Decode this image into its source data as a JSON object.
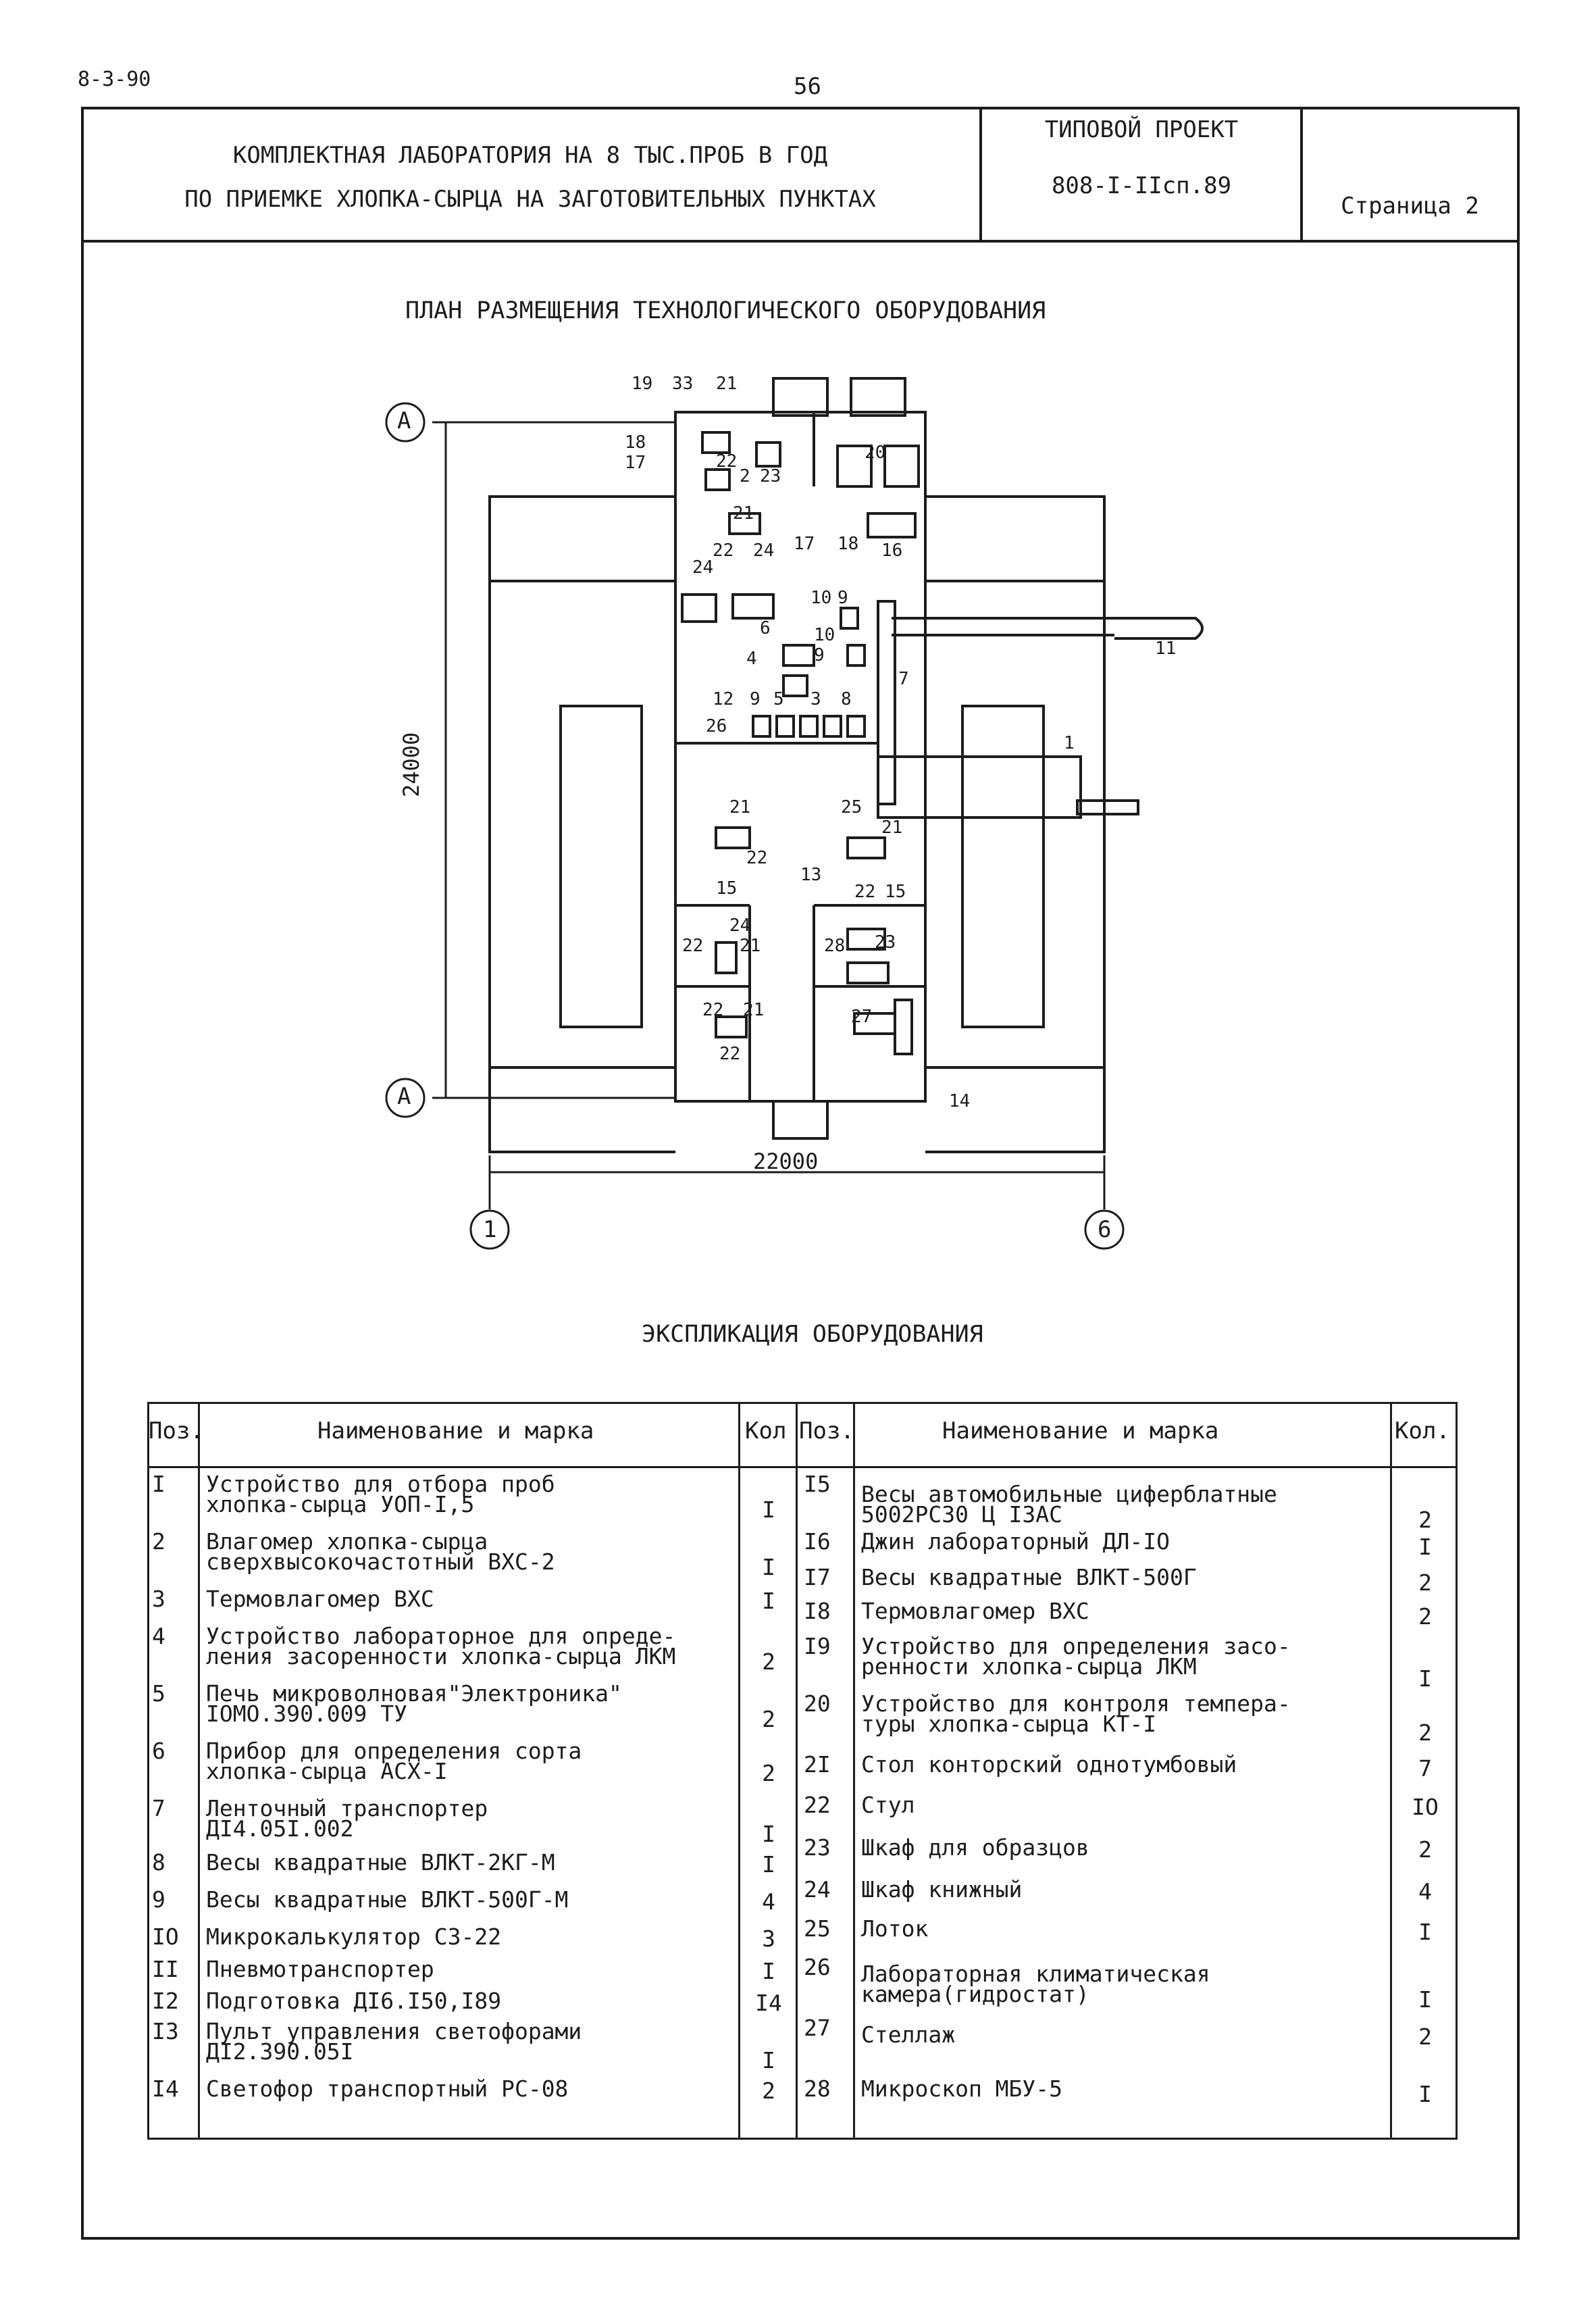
{
  "header": {
    "doc_code": "8-3-90",
    "page_number": "56",
    "title_line1": "КОМПЛЕКТНАЯ ЛАБОРАТОРИЯ НА 8 ТЫС.ПРОБ В ГОД",
    "title_line2": "ПО ПРИЕМКЕ ХЛОПКА-СЫРЦА НА ЗАГОТОВИТЕЛЬНЫХ ПУНКТАХ",
    "project_label": "ТИПОВОЙ ПРОЕКТ",
    "project_code": "808-I-IIсп.89",
    "sheet_label": "Страница 2"
  },
  "plan": {
    "title": "ПЛАН РАЗМЕЩЕНИЯ ТЕХНОЛОГИЧЕСКОГО ОБОРУДОВАНИЯ",
    "dim_vertical": "24000",
    "dim_horizontal": "22000",
    "axis_top": "А",
    "axis_bottom": "А",
    "axis_left": "1",
    "axis_right": "6",
    "labels": [
      "19",
      "33",
      "21",
      "18",
      "17",
      "22",
      "2",
      "23",
      "21",
      "20",
      "24",
      "17",
      "18",
      "16",
      "22",
      "24",
      "6",
      "10",
      "9",
      "10",
      "9",
      "11",
      "4",
      "7",
      "12",
      "9",
      "5",
      "3",
      "8",
      "26",
      "1",
      "25",
      "21",
      "22",
      "21",
      "13",
      "22",
      "15",
      "15",
      "24",
      "22",
      "21",
      "28",
      "23",
      "22",
      "21",
      "27",
      "22",
      "14"
    ]
  },
  "explication": {
    "title": "ЭКСПЛИКАЦИЯ ОБОРУДОВАНИЯ",
    "col_pos": "Поз.",
    "col_name": "Наименование и марка",
    "col_qty": "Кол",
    "col_qty2": "Кол.",
    "left": [
      {
        "pos": "I",
        "line1": "Устройство для отбора проб",
        "line2": "хлопка-сырца УОП-I,5",
        "qty": "I"
      },
      {
        "pos": "2",
        "line1": "Влагомер хлопка-сырца",
        "line2": "сверхвысокочастотный ВХС-2",
        "qty": "I"
      },
      {
        "pos": "3",
        "line1": "Термовлагомер ВХС",
        "line2": "",
        "qty": "I"
      },
      {
        "pos": "4",
        "line1": "Устройство лабораторное для опреде-",
        "line2": "ления засоренности хлопка-сырца ЛКМ",
        "qty": "2"
      },
      {
        "pos": "5",
        "line1": "Печь микроволновая\"Электроника\"",
        "line2": "IОМО.390.009 ТУ",
        "qty": "2"
      },
      {
        "pos": "6",
        "line1": "Прибор для определения сорта",
        "line2": "хлопка-сырца АСХ-I",
        "qty": "2"
      },
      {
        "pos": "7",
        "line1": "Ленточный транспортер",
        "line2": "ДI4.05I.002",
        "qty": "I"
      },
      {
        "pos": "8",
        "line1": "Весы квадратные ВЛКТ-2КГ-М",
        "line2": "",
        "qty": "I"
      },
      {
        "pos": "9",
        "line1": "Весы квадратные ВЛКТ-500Г-М",
        "line2": "",
        "qty": "4"
      },
      {
        "pos": "IO",
        "line1": "Микрокалькулятор С3-22",
        "line2": "",
        "qty": "3"
      },
      {
        "pos": "II",
        "line1": "Пневмотранспортер",
        "line2": "",
        "qty": "I"
      },
      {
        "pos": "I2",
        "line1": "Подготовка ДI6.I50,I89",
        "line2": "",
        "qty": "I4"
      },
      {
        "pos": "I3",
        "line1": "Пульт управления светофорами",
        "line2": "ДI2.390.05I",
        "qty": "I"
      },
      {
        "pos": "I4",
        "line1": "Светофор транспортный РС-08",
        "line2": "",
        "qty": "2"
      }
    ],
    "right": [
      {
        "pos": "I5",
        "line1": "Весы автомобильные циферблатные",
        "line2": "5002РС30 Ц I3АС",
        "qty": "2"
      },
      {
        "pos": "I6",
        "line1": "Джин лабораторный ДЛ-IO",
        "line2": "",
        "qty": "I"
      },
      {
        "pos": "I7",
        "line1": "Весы квадратные ВЛКТ-500Г",
        "line2": "",
        "qty": "2"
      },
      {
        "pos": "I8",
        "line1": "Термовлагомер ВХС",
        "line2": "",
        "qty": "2"
      },
      {
        "pos": "I9",
        "line1": "Устройство для определения засо-",
        "line2": "ренности хлопка-сырца ЛКМ",
        "qty": "I"
      },
      {
        "pos": "20",
        "line1": "Устройство для контроля темпера-",
        "line2": "туры хлопка-сырца КТ-I",
        "qty": "2"
      },
      {
        "pos": "2I",
        "line1": "Стол конторский однотумбовый",
        "line2": "",
        "qty": "7"
      },
      {
        "pos": "22",
        "line1": "Стул",
        "line2": "",
        "qty": "IO"
      },
      {
        "pos": "23",
        "line1": "Шкаф для образцов",
        "line2": "",
        "qty": "2"
      },
      {
        "pos": "24",
        "line1": "Шкаф книжный",
        "line2": "",
        "qty": "4"
      },
      {
        "pos": "25",
        "line1": "Лоток",
        "line2": "",
        "qty": "I"
      },
      {
        "pos": "26",
        "line1": "Лабораторная климатическая",
        "line2": "камера(гидростат)",
        "qty": "I"
      },
      {
        "pos": "27",
        "line1": "Стеллаж",
        "line2": "",
        "qty": "2"
      },
      {
        "pos": "28",
        "line1": "Микроскоп МБУ-5",
        "line2": "",
        "qty": "I"
      }
    ]
  }
}
